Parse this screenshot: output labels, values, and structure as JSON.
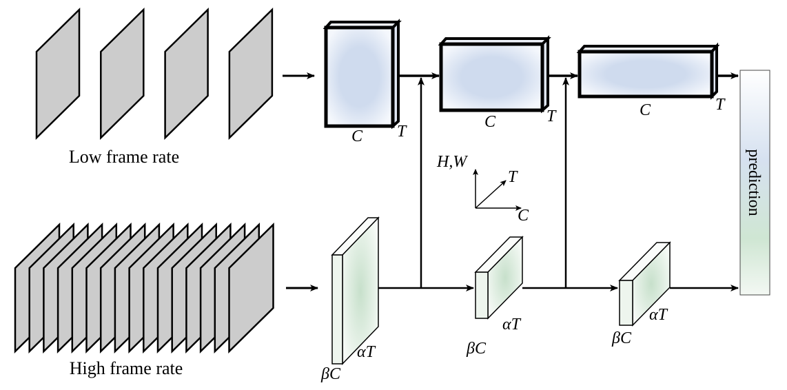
{
  "labels": {
    "low_frame_rate": "Low frame rate",
    "high_frame_rate": "High frame rate",
    "prediction": "prediction"
  },
  "slow_pathway": [
    {
      "channel": "C",
      "time": "T"
    },
    {
      "channel": "C",
      "time": "T"
    },
    {
      "channel": "C",
      "time": "T"
    }
  ],
  "fast_pathway": [
    {
      "channel": "βC",
      "time": "αT"
    },
    {
      "channel": "βC",
      "time": "αT"
    },
    {
      "channel": "βC",
      "time": "αT"
    }
  ],
  "axes": {
    "vertical": "H,W",
    "depth": "T",
    "horizontal": "C"
  },
  "frames": {
    "low_count": 4,
    "high_count": 16
  },
  "colors": {
    "frame_fill": "#cccccc",
    "slow_fill": "#cfdbee",
    "fast_fill": "#cfe5d2"
  }
}
